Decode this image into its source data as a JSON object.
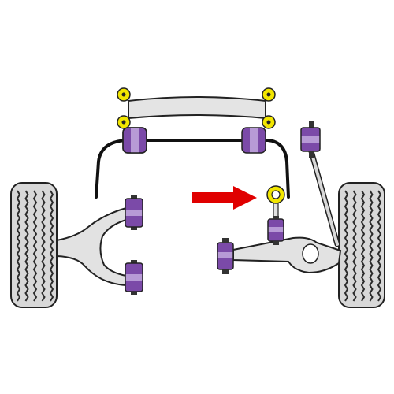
{
  "diagram": {
    "background": "#ffffff",
    "colors": {
      "bush_purple": "#7b4aa8",
      "bush_light": "#b79ad6",
      "tyre": "#d8d8d8",
      "tyre_tread": "#2b2b2b",
      "arm_fill": "#e2e2e2",
      "outline": "#222222",
      "bolt_yellow": "#f2e600",
      "bar_black": "#111111",
      "arrow_red": "#e00000"
    },
    "icons": {
      "wheel_left": "tyre-icon",
      "wheel_right": "tyre-icon",
      "arrow": "red-arrow-icon",
      "bush": "polyurethane-bush-icon",
      "bolt": "yellow-bolt-icon"
    },
    "components": [
      "subframe-beam",
      "anti-roll-bar",
      "lower-wishbone-left",
      "lower-arm-right",
      "drop-link",
      "strut-rod",
      "highlighted-bush"
    ]
  }
}
